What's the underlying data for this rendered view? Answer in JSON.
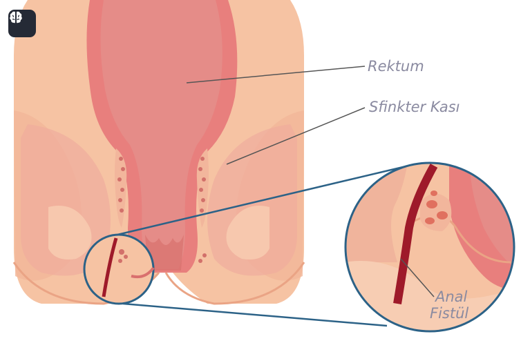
{
  "badge": {
    "icon": "brain-icon"
  },
  "labels": {
    "rektum": "Rektum",
    "sfinkter": "Sfinkter Kası",
    "anal_line1": "Anal",
    "anal_line2": "Fistül"
  },
  "colors": {
    "skin": "#f6c3a3",
    "skin_dark": "#eeaa8a",
    "rectum": "#e07a7a",
    "rectum_inner": "#e99090",
    "muscle": "#f0a8a0",
    "fistula": "#9e1a2a",
    "zoom_ring": "#2c6287",
    "leader": "#555555",
    "label_text": "#8a8aa0",
    "badge_bg": "#252a36"
  }
}
